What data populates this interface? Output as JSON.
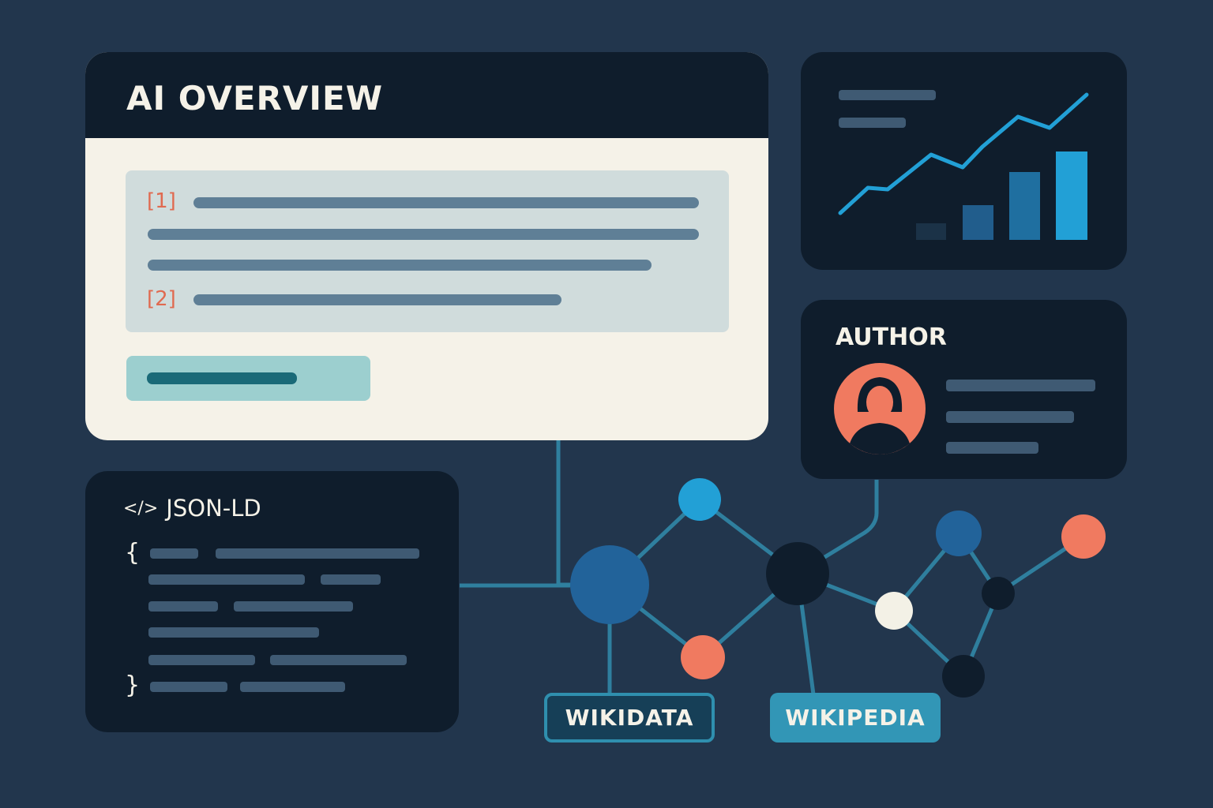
{
  "overview": {
    "title": "AI OVERVIEW",
    "citations": [
      "[1]",
      "[2]"
    ]
  },
  "author": {
    "title": "AUTHOR"
  },
  "jsonld": {
    "icon": "</>",
    "title": "JSON-LD",
    "open_brace": "{",
    "close_brace": "}"
  },
  "tags": {
    "wikidata": "WIKIDATA",
    "wikipedia": "WIKIPEDIA"
  },
  "colors": {
    "background": "#22364d",
    "panel": "#0f1d2c",
    "accent": "#f07a60",
    "link": "#2f7f9e"
  }
}
